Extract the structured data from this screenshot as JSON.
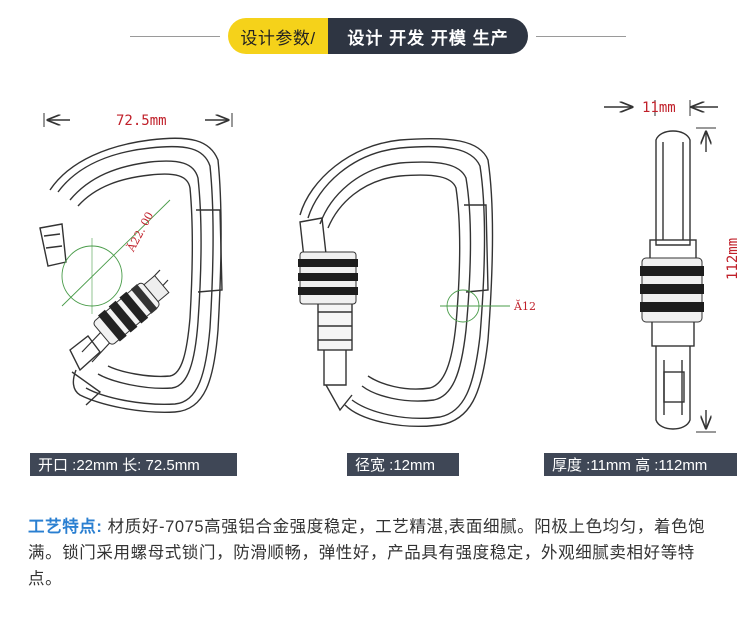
{
  "header": {
    "left_label": "设计参数/",
    "right_label": "设计 开发 开模 生产"
  },
  "dimensions": {
    "width_label": "72.5mm",
    "diameter_label": "Ă22. 00",
    "wire_label": "Ă12",
    "top_label": "11mm",
    "side_label": "112mm"
  },
  "specs": {
    "box1": "开口 :22mm 长: 72.5mm",
    "box2": "径宽 :12mm",
    "box3": "厚度 :11mm 高 :112mm"
  },
  "description": {
    "title": "工艺特点:",
    "body": " 材质好-7075高强铝合金强度稳定，工艺精湛,表面细腻。阳极上色均匀，着色饱满。锁门采用螺母式锁门，防滑顺畅，弹性好，产品具有强度稳定，外观细腻卖相好等特点。"
  },
  "colors": {
    "accent_yellow": "#f5d21a",
    "header_dark": "#2e3542",
    "spec_box": "#3f4756",
    "dimension_red": "#c0202a",
    "title_blue": "#2a7fd1"
  }
}
